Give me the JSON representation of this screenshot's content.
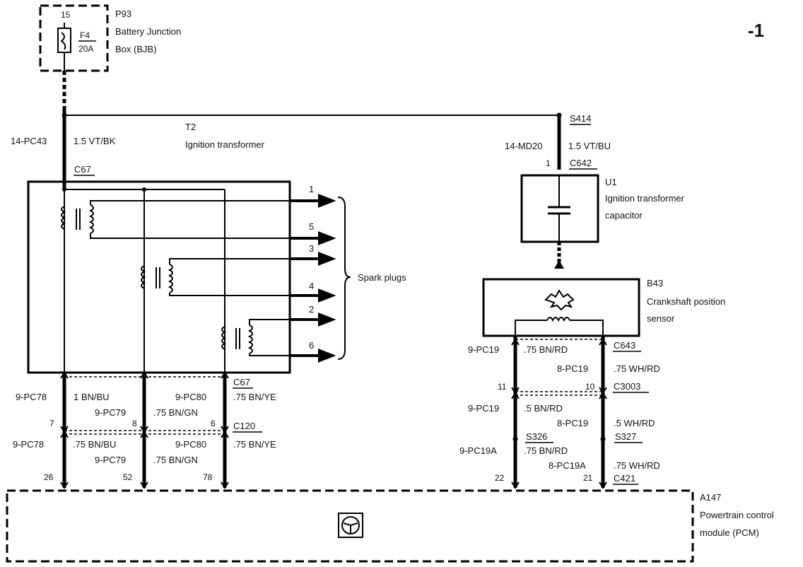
{
  "page_marker": "-1",
  "bjb": {
    "pin": "15",
    "id": "P93",
    "name_line1": "Battery Junction",
    "name_line2": "Box (BJB)",
    "fuse_id": "F4",
    "fuse_rating": "20A"
  },
  "wires": {
    "pc43_circuit": "14-PC43",
    "pc43_spec": "1.5 VT/BK",
    "md20_circuit": "14-MD20",
    "md20_spec": "1.5 VT/BU"
  },
  "splices": {
    "s414": "S414",
    "s326": "S326",
    "s327": "S327"
  },
  "transformer": {
    "id": "T2",
    "name": "Ignition transformer",
    "connector_top": "C67",
    "connector_bottom": "C67",
    "outputs": [
      "1",
      "5",
      "3",
      "4",
      "2",
      "6"
    ],
    "spark_plugs_label": "Spark plugs"
  },
  "capacitor": {
    "pin": "1",
    "connector": "C642",
    "id": "U1",
    "name_line1": "Ignition transformer",
    "name_line2": "capacitor"
  },
  "sensor": {
    "id": "B43",
    "name_line1": "Crankshaft position",
    "name_line2": "sensor",
    "connector": "C643"
  },
  "coil_wires_upper": {
    "pc78_circuit": "9-PC78",
    "pc78_spec": "1 BN/BU",
    "pc79_circuit": "9-PC79",
    "pc79_spec": ".75 BN/GN",
    "pc80_circuit": "9-PC80",
    "pc80_spec": ".75 BN/YE",
    "pin_7": "7",
    "pin_8": "8",
    "pin_6": "6",
    "connector": "C120"
  },
  "coil_wires_lower": {
    "pc78_circuit": "9-PC78",
    "pc78_spec": ".75 BN/BU",
    "pc79_circuit": "9-PC79",
    "pc79_spec": ".75 BN/GN",
    "pc80_circuit": "9-PC80",
    "pc80_spec": ".75 BN/YE",
    "pin_26": "26",
    "pin_52": "52",
    "pin_78": "78"
  },
  "sensor_wires": {
    "a_circuit": "9-PC19",
    "a_spec": ".75 BN/RD",
    "b_circuit": "8-PC19",
    "b_spec": ".75 WH/RD",
    "pin_11": "11",
    "pin_10": "10",
    "connector_c3003": "C3003",
    "a2_circuit": "9-PC19",
    "a2_spec": ".5 BN/RD",
    "b2_circuit": "8-PC19",
    "b2_spec": ".5 WH/RD",
    "a3_circuit": "9-PC19A",
    "a3_spec": ".75 BN/RD",
    "b3_circuit": "8-PC19A",
    "b3_spec": ".75 WH/RD",
    "pin_22": "22",
    "pin_21": "21",
    "connector_c421": "C421"
  },
  "pcm": {
    "id": "A147",
    "name_line1": "Powertrain control",
    "name_line2": "module (PCM)"
  }
}
